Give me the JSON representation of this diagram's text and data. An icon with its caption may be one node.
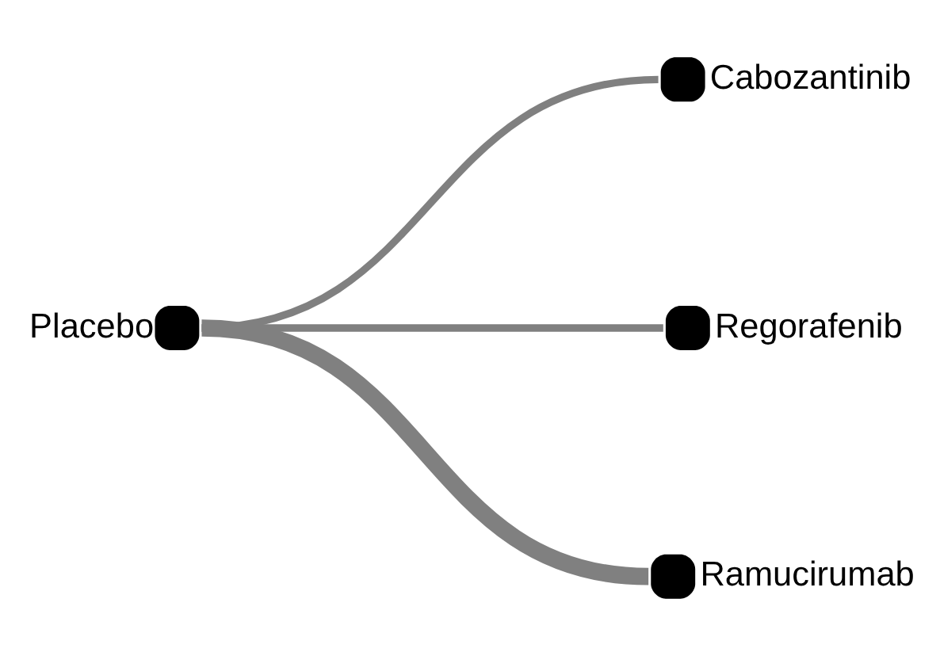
{
  "diagram": {
    "nodes": [
      {
        "text": [
          "Cabozantinib"
        ]
      },
      {
        "text": [
          "Placebo"
        ]
      },
      {
        "text": [
          "Regorafenib"
        ]
      },
      {
        "text": [
          "Ramucirumab"
        ]
      }
    ],
    "edges": [
      {
        "from": 1,
        "to": 0,
        "arrow": "none"
      },
      {
        "from": 1,
        "to": 2,
        "arrow": "none"
      },
      {
        "from": 1,
        "to": 3,
        "arrow": "none",
        "style": "thick"
      }
    ]
  }
}
